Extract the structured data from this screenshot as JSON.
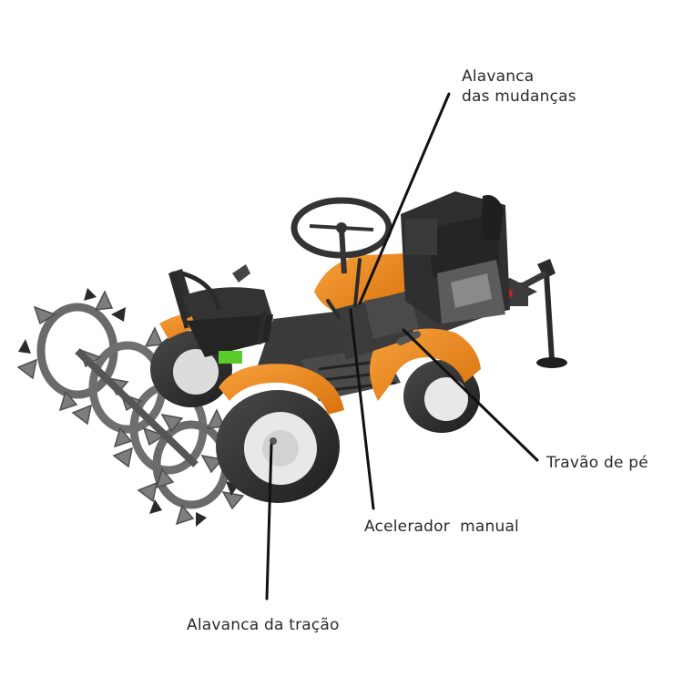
{
  "labels": {
    "gear_lever_line1": "Alavanca",
    "gear_lever_line2": "das mudanças",
    "foot_brake": "Travão de pé",
    "hand_throttle": "Acelerador  manual",
    "traction_lever": "Alavanca da tração"
  },
  "colors": {
    "body_orange": "#f08a1a",
    "body_orange_dark": "#c86a0c",
    "chassis_dark": "#3a3a3a",
    "tire": "#2b2b2b",
    "rim": "#e8e8e8",
    "tiller_grey": "#7d7d7d",
    "engine_dark": "#2f2f2f",
    "accent_green": "#5acb2a",
    "leader_line": "#111111",
    "label_text": "#2a2a2a"
  }
}
